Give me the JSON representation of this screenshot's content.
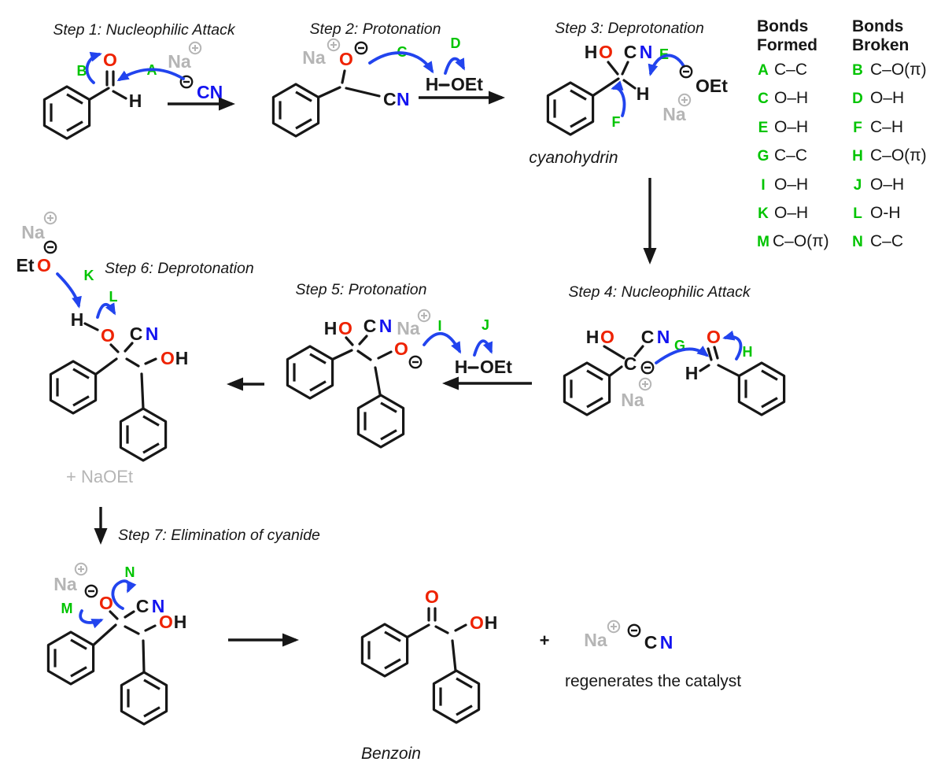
{
  "colors": {
    "red": "#ee2200",
    "atom_blue": "#1414f0",
    "arrow_blue": "#2244ee",
    "green": "#00c400",
    "gray": "#b5b5b5",
    "black": "#171717"
  },
  "titles": {
    "step1": "Step 1: Nucleophilic Attack",
    "step2": "Step 2: Protonation",
    "step3": "Step 3: Deprotonation",
    "step4": "Step 4: Nucleophilic Attack",
    "step5": "Step 5: Protonation",
    "step6": "Step 6: Deprotonation",
    "step7": "Step 7: Elimination of cyanide"
  },
  "captions": {
    "cyanohydrin": "cyanohydrin",
    "benzoin": "Benzoin",
    "regenerates": "regenerates the catalyst",
    "plus_naoet": "+ NaOEt",
    "plus": "+"
  },
  "atoms": {
    "O": "O",
    "H": "H",
    "C": "C",
    "N": "N",
    "CN": "CN",
    "Na": "Na",
    "OEt": "OEt",
    "Et": "Et"
  },
  "markers": {
    "A": "A",
    "B": "B",
    "C": "C",
    "D": "D",
    "E": "E",
    "F": "F",
    "G": "G",
    "H": "H",
    "I": "I",
    "J": "J",
    "K": "K",
    "L": "L",
    "M": "M",
    "N": "N"
  },
  "legend": {
    "formed_header_line1": "Bonds",
    "formed_header_line2": "Formed",
    "broken_header_line1": "Bonds",
    "broken_header_line2": "Broken",
    "formed": [
      {
        "key": "A",
        "bond": "C–C"
      },
      {
        "key": "C",
        "bond": "O–H"
      },
      {
        "key": "E",
        "bond": "O–H"
      },
      {
        "key": "G",
        "bond": "C–C"
      },
      {
        "key": "I",
        "bond": "O–H"
      },
      {
        "key": "K",
        "bond": "O–H"
      },
      {
        "key": "M",
        "bond": "C–O(π)"
      }
    ],
    "broken": [
      {
        "key": "B",
        "bond": "C–O(π)"
      },
      {
        "key": "D",
        "bond": "O–H"
      },
      {
        "key": "F",
        "bond": "C–H"
      },
      {
        "key": "H",
        "bond": "C–O(π)"
      },
      {
        "key": "J",
        "bond": "O–H"
      },
      {
        "key": "L",
        "bond": "O-H"
      },
      {
        "key": "N",
        "bond": "C–C"
      }
    ]
  }
}
